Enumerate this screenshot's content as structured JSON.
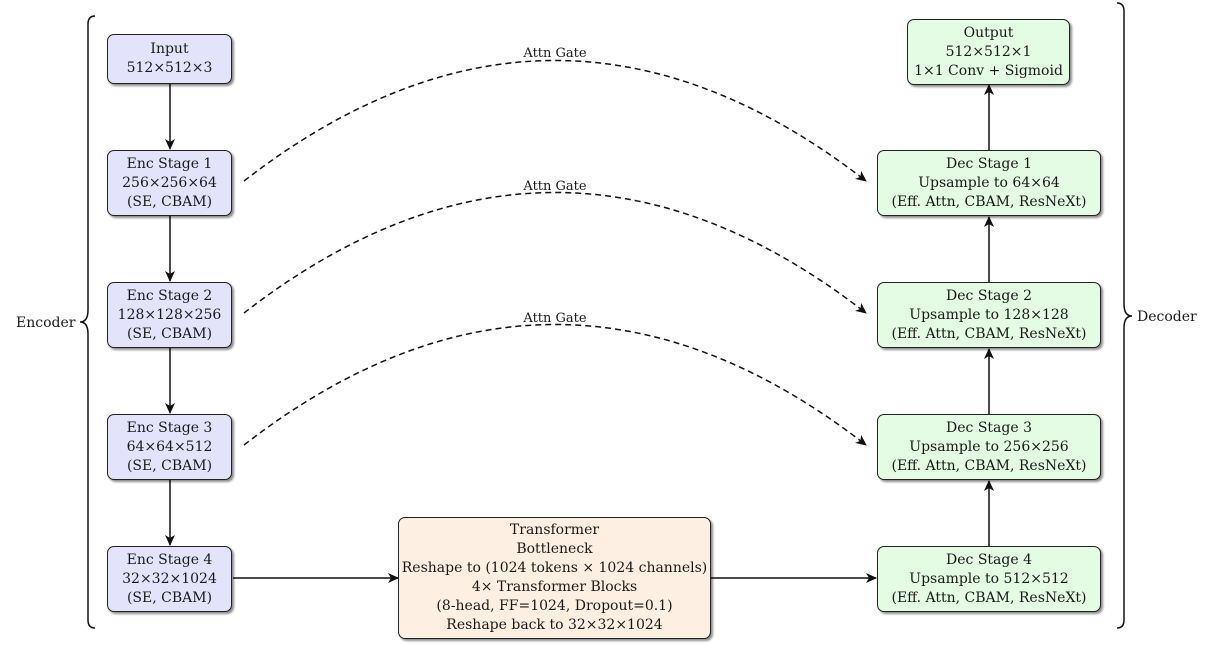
{
  "group_labels": {
    "encoder": "Encoder",
    "decoder": "Decoder"
  },
  "input": [
    "Input",
    "512×512×3"
  ],
  "output": [
    "Output",
    "512×512×1",
    "1×1 Conv + Sigmoid"
  ],
  "encoder_stages": [
    [
      "Enc Stage 1",
      "256×256×64",
      "(SE, CBAM)"
    ],
    [
      "Enc Stage 2",
      "128×128×256",
      "(SE, CBAM)"
    ],
    [
      "Enc Stage 3",
      "64×64×512",
      "(SE, CBAM)"
    ],
    [
      "Enc Stage 4",
      "32×32×1024",
      "(SE, CBAM)"
    ]
  ],
  "decoder_stages": [
    [
      "Dec Stage 1",
      "Upsample to 64×64",
      "(Eff. Attn, CBAM, ResNeXt)"
    ],
    [
      "Dec Stage 2",
      "Upsample to 128×128",
      "(Eff. Attn, CBAM, ResNeXt)"
    ],
    [
      "Dec Stage 3",
      "Upsample to 256×256",
      "(Eff. Attn, CBAM, ResNeXt)"
    ],
    [
      "Dec Stage 4",
      "Upsample to 512×512",
      "(Eff. Attn, CBAM, ResNeXt)"
    ]
  ],
  "bottleneck": [
    "Transformer",
    "Bottleneck",
    "Reshape to (1024 tokens × 1024 channels)",
    "4× Transformer Blocks",
    "(8-head, FF=1024, Dropout=0.1)",
    "Reshape back to 32×32×1024"
  ],
  "attention_gates": [
    "Attn Gate",
    "Attn Gate",
    "Attn Gate"
  ],
  "colors": {
    "encoder_fill": "#e3e4fb",
    "decoder_fill": "#e4fbe4",
    "bottleneck_fill": "#fdf0e2",
    "stroke": "#222222"
  }
}
